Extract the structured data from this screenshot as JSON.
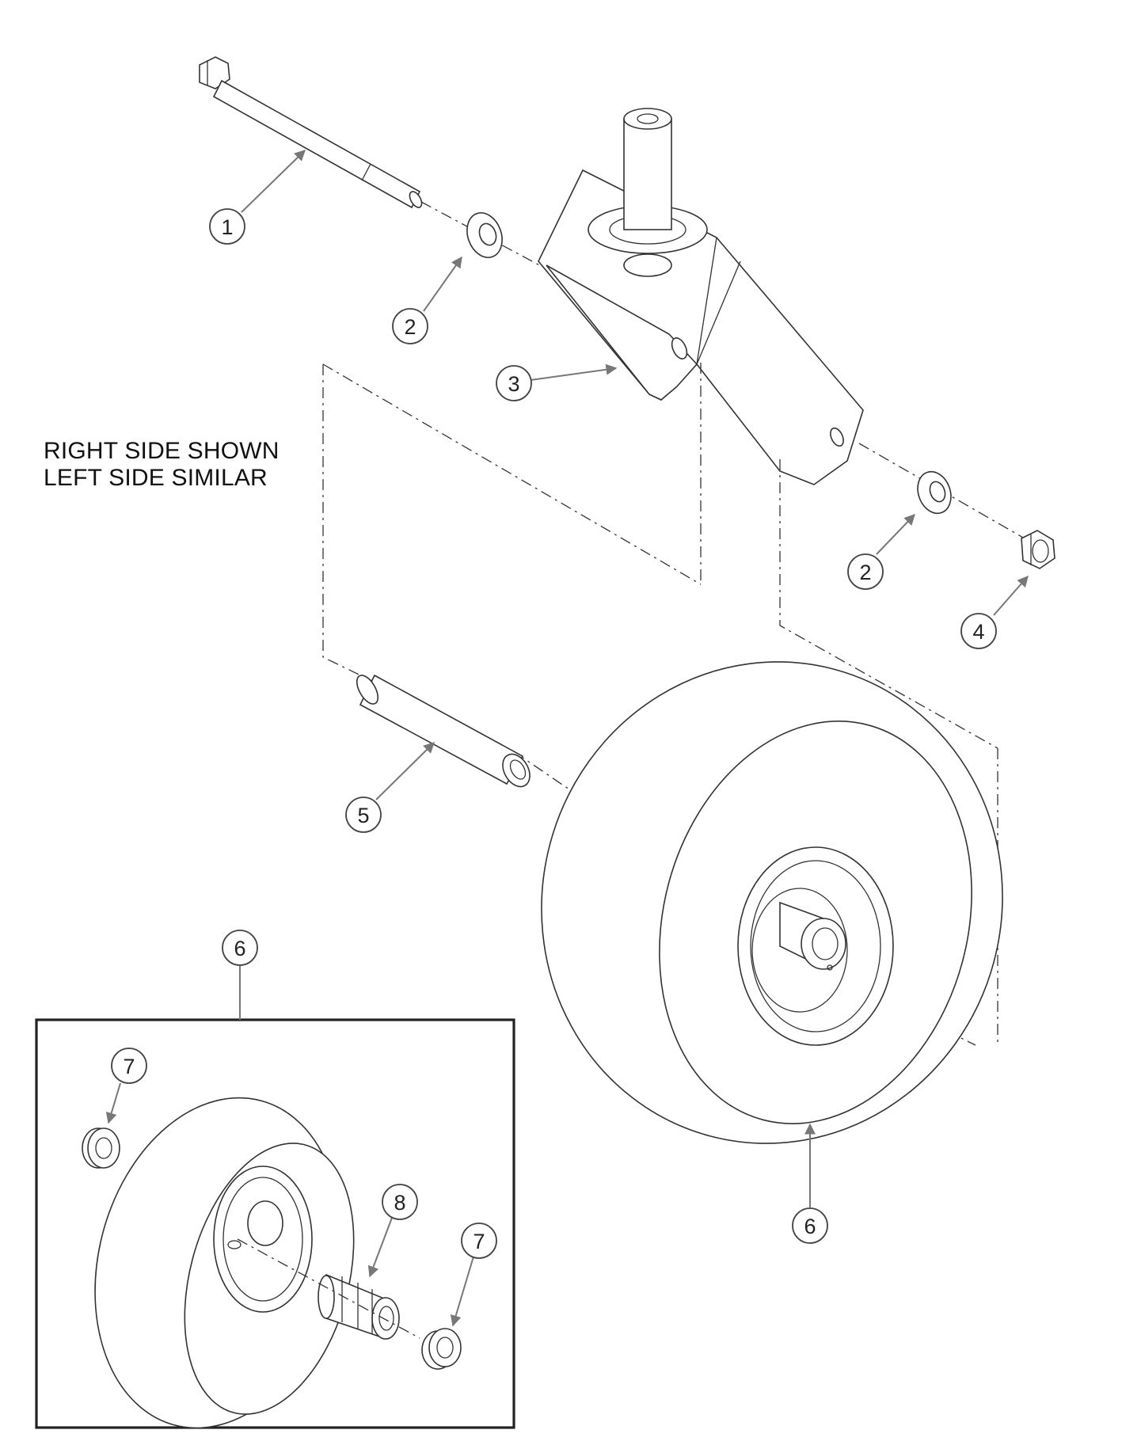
{
  "note": {
    "line1": "RIGHT SIDE SHOWN",
    "line2": "LEFT SIDE SIMILAR"
  },
  "callouts": [
    {
      "id": "c1",
      "label": "1"
    },
    {
      "id": "c2a",
      "label": "2"
    },
    {
      "id": "c3",
      "label": "3"
    },
    {
      "id": "c2b",
      "label": "2"
    },
    {
      "id": "c4",
      "label": "4"
    },
    {
      "id": "c5",
      "label": "5"
    },
    {
      "id": "c6a",
      "label": "6"
    },
    {
      "id": "c6b",
      "label": "6"
    },
    {
      "id": "c7a",
      "label": "7"
    },
    {
      "id": "c8",
      "label": "8"
    },
    {
      "id": "c7b",
      "label": "7"
    }
  ],
  "colors": {
    "line": "#333333",
    "leader": "#777777"
  }
}
